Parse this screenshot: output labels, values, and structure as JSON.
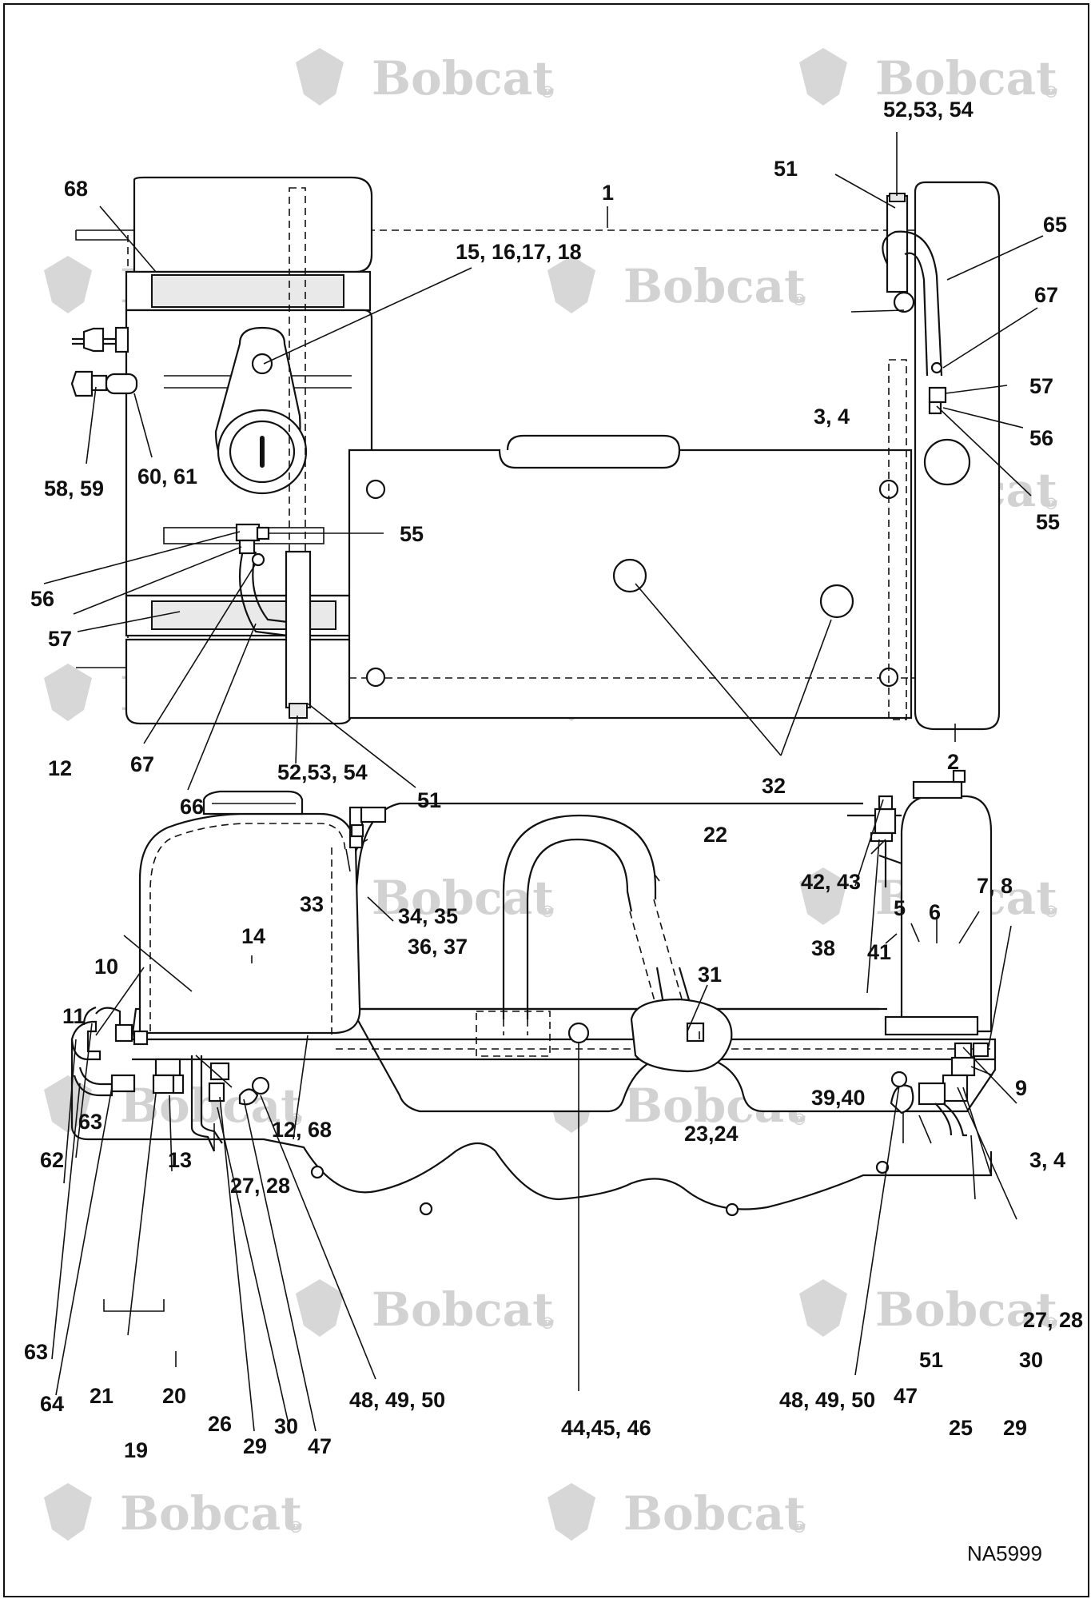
{
  "watermark": {
    "brand": "Bobcat",
    "mark": "®"
  },
  "figure_id": "NA5999",
  "callouts": {
    "top": {
      "c1": "1",
      "c2": "2",
      "c3_4": "3,  4",
      "c12": "12",
      "c15_18": "15, 16,17, 18",
      "c32": "32",
      "c51_right": "51",
      "c51_left": "51",
      "c52_top": "52,53, 54",
      "c52_bottom": "52,53, 54",
      "c55_right": "55",
      "c55_left": "55",
      "c56_right": "56",
      "c56_left": "56",
      "c57_right": "57",
      "c57_left": "57",
      "c58_59": "58, 59",
      "c60_61": "60, 61",
      "c65": "65",
      "c66": "66",
      "c67_right": "67",
      "c67_left": "67",
      "c68": "68"
    },
    "bottom": {
      "c3_4": "3,  4",
      "c5": "5",
      "c6": "6",
      "c7_8": "7,  8",
      "c9": "9",
      "c10": "10",
      "c11": "11",
      "c12_68": "12, 68",
      "c13": "13",
      "c14": "14",
      "c19": "19",
      "c20": "20",
      "c21": "21",
      "c22": "22",
      "c23_24": "23,24",
      "c25": "25",
      "c26": "26",
      "c27_28_left": "27, 28",
      "c27_28_right": "27, 28",
      "c29_left": "29",
      "c29_right": "29",
      "c30_left": "30",
      "c30_right": "30",
      "c31": "31",
      "c33": "33",
      "c34_35": "34, 35",
      "c36_37": "36, 37",
      "c38": "38",
      "c39_40": "39,40",
      "c41": "41",
      "c42_43": "42, 43",
      "c44_46": "44,45, 46",
      "c47_left": "47",
      "c47_right": "47",
      "c48_50_left": "48, 49, 50",
      "c48_50_right": "48, 49, 50",
      "c51": "51",
      "c62": "62",
      "c63_upper": "63",
      "c63_lower": "63",
      "c64": "64"
    }
  }
}
